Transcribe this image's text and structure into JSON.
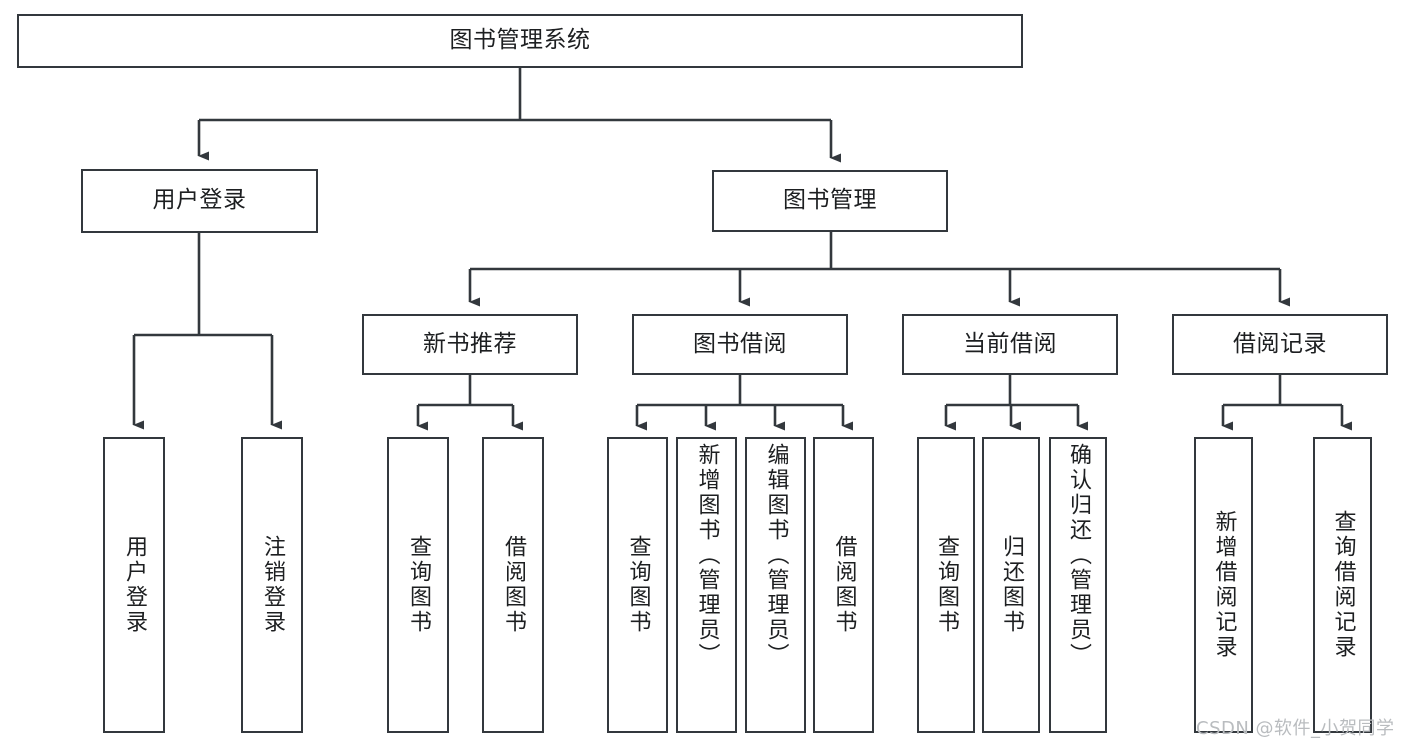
{
  "diagram": {
    "type": "hierarchy-tree",
    "title": "图书管理系统",
    "root": {
      "label": "图书管理系统"
    },
    "level2": [
      {
        "id": "user-login",
        "label": "用户登录"
      },
      {
        "id": "book-manage",
        "label": "图书管理"
      }
    ],
    "level3": [
      {
        "id": "new-book-recommend",
        "label": "新书推荐"
      },
      {
        "id": "book-borrow",
        "label": "图书借阅"
      },
      {
        "id": "current-borrow",
        "label": "当前借阅"
      },
      {
        "id": "borrow-record",
        "label": "借阅记录"
      }
    ],
    "leaves": {
      "user_login": [
        {
          "id": "leaf-user-login",
          "label": "用户登录"
        },
        {
          "id": "leaf-user-logout",
          "label": "注销登录"
        }
      ],
      "new_book_recommend": [
        {
          "id": "leaf-query-book-1",
          "label": "查询图书"
        },
        {
          "id": "leaf-borrow-book-1",
          "label": "借阅图书"
        }
      ],
      "book_borrow": [
        {
          "id": "leaf-query-book-2",
          "label": "查询图书"
        },
        {
          "id": "leaf-add-book",
          "label": "新增图书（管理员）"
        },
        {
          "id": "leaf-edit-book",
          "label": "编辑图书（管理员）"
        },
        {
          "id": "leaf-borrow-book-2",
          "label": "借阅图书"
        }
      ],
      "current_borrow": [
        {
          "id": "leaf-query-book-3",
          "label": "查询图书"
        },
        {
          "id": "leaf-return-book",
          "label": "归还图书"
        },
        {
          "id": "leaf-confirm-return",
          "label": "确认归还（管理员）"
        }
      ],
      "borrow_record": [
        {
          "id": "leaf-add-record",
          "label": "新增借阅记录"
        },
        {
          "id": "leaf-query-record",
          "label": "查询借阅记录"
        }
      ]
    },
    "style": {
      "line_color": "#33383d",
      "box_border_color": "#33383d",
      "box_fill": "#ffffff",
      "text_color": "#1d1f21",
      "background": "#ffffff"
    }
  },
  "watermark": {
    "text": "CSDN @软件_小贺同学"
  }
}
